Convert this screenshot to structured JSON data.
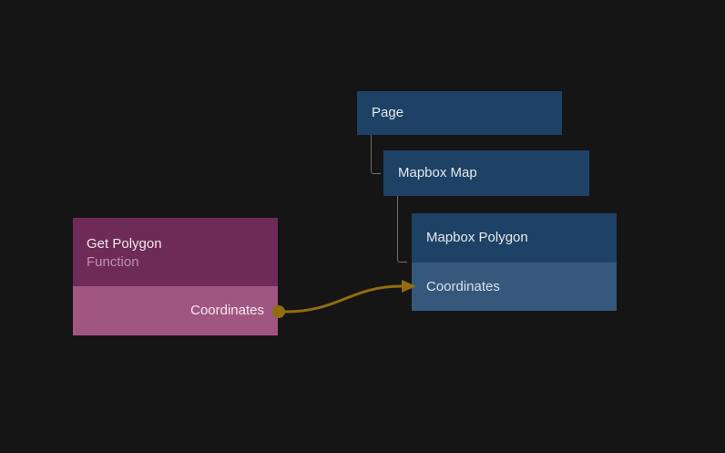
{
  "canvas": {
    "background_color": "#151515"
  },
  "component_tree": {
    "node_color": "#1d4265",
    "input_row_color": "#35587c",
    "connector_color": "#6f6f6f",
    "nodes": [
      {
        "label": "Page",
        "depth": 0
      },
      {
        "label": "Mapbox Map",
        "depth": 1
      },
      {
        "label": "Mapbox Polygon",
        "depth": 2,
        "inputs": [
          "Coordinates"
        ]
      }
    ]
  },
  "function_node": {
    "title": "Get Polygon",
    "subtitle": "Function",
    "header_color": "#6f2b57",
    "body_color": "#a15581",
    "outputs": [
      "Coordinates"
    ]
  },
  "connection": {
    "from_node": "Get Polygon",
    "from_port": "Coordinates",
    "to_node": "Mapbox Polygon",
    "to_port": "Coordinates",
    "color": "#916c10"
  }
}
